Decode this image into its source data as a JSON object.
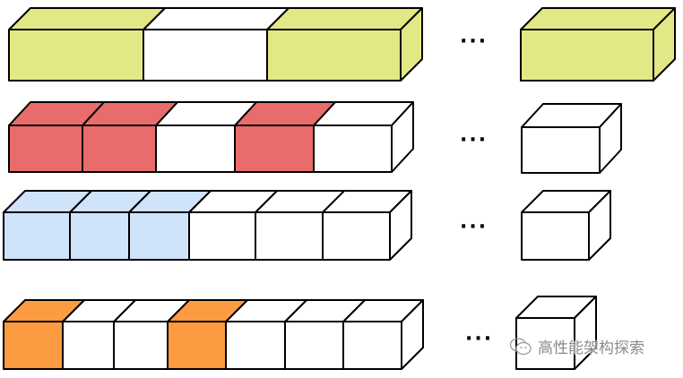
{
  "colors": {
    "yellow": "#e3e886",
    "red": "#e86c6b",
    "blue": "#cfe3fa",
    "orange": "#fd9b42",
    "white": "#ffffff",
    "stroke": "#000000"
  },
  "rows": [
    {
      "name": "row-1",
      "cells": [
        "yellow",
        "white",
        "yellow"
      ],
      "tail": "yellow"
    },
    {
      "name": "row-2",
      "cells": [
        "red",
        "red",
        "white",
        "red",
        "white"
      ],
      "tail": "white"
    },
    {
      "name": "row-3",
      "cells": [
        "blue",
        "blue",
        "blue",
        "white",
        "white",
        "white"
      ],
      "tail": "white"
    },
    {
      "name": "row-4",
      "cells": [
        "orange",
        "white",
        "white",
        "orange",
        "white",
        "white",
        "white"
      ],
      "tail": "white"
    }
  ],
  "ellipsis": "···",
  "watermark": {
    "icon": "wechat-icon",
    "text": "高性能架构探索"
  }
}
